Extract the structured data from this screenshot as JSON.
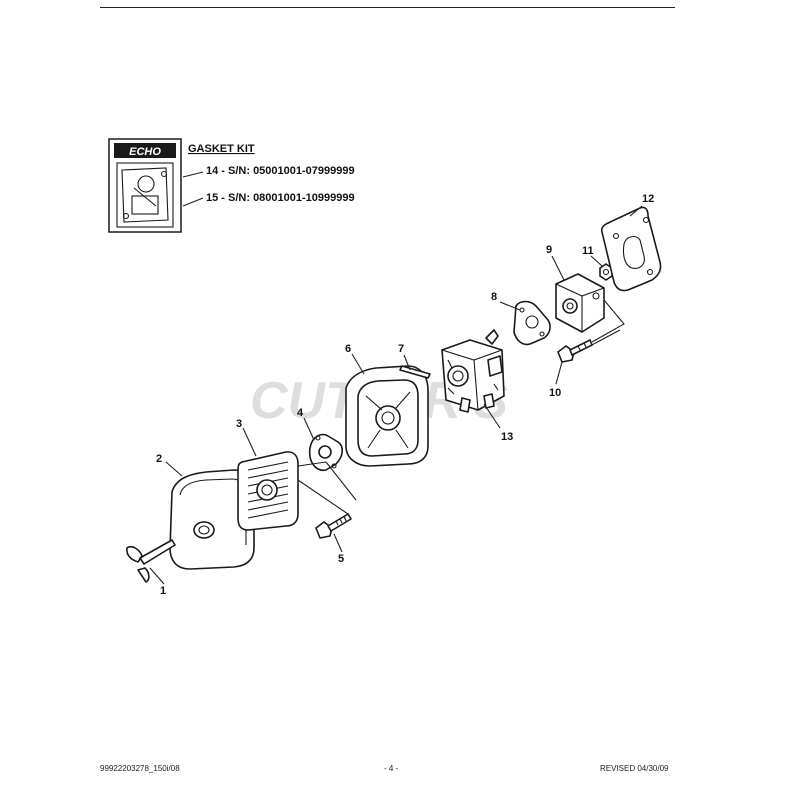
{
  "header": {
    "rule": true
  },
  "gasket_kit": {
    "title": "GASKET KIT",
    "logo_text": "ECHO",
    "lines": [
      "14 - S/N: 05001001-07999999",
      "15 - S/N: 08001001-10999999"
    ]
  },
  "watermark": "CUTTER'S",
  "callouts": {
    "c1": "1",
    "c2": "2",
    "c3": "3",
    "c4": "4",
    "c5": "5",
    "c6": "6",
    "c7": "7",
    "c8": "8",
    "c9": "9",
    "c10": "10",
    "c11": "11",
    "c12": "12",
    "c13": "13"
  },
  "footer": {
    "doc_number": "99922203278_150i/08",
    "page": "- 4 -",
    "revised": "REVISED 04/30/09"
  }
}
